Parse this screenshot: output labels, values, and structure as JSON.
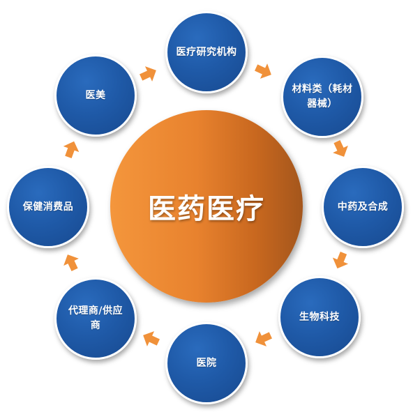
{
  "center": {
    "label": "医药医疗"
  },
  "nodes": [
    {
      "id": "research",
      "label": "医疗研究机构"
    },
    {
      "id": "materials",
      "label": "材料类（耗材器械）"
    },
    {
      "id": "tcm",
      "label": "中药及合成"
    },
    {
      "id": "biotech",
      "label": "生物科技"
    },
    {
      "id": "hospital",
      "label": "医院"
    },
    {
      "id": "agent",
      "label": "代理商/供应商"
    },
    {
      "id": "health",
      "label": "保健消费品"
    },
    {
      "id": "aesthetic",
      "label": "医美"
    }
  ],
  "colors": {
    "node_fill": "#1f5aa8",
    "center_fill": "#e8822e",
    "arrow_fill": "#f0913a"
  }
}
